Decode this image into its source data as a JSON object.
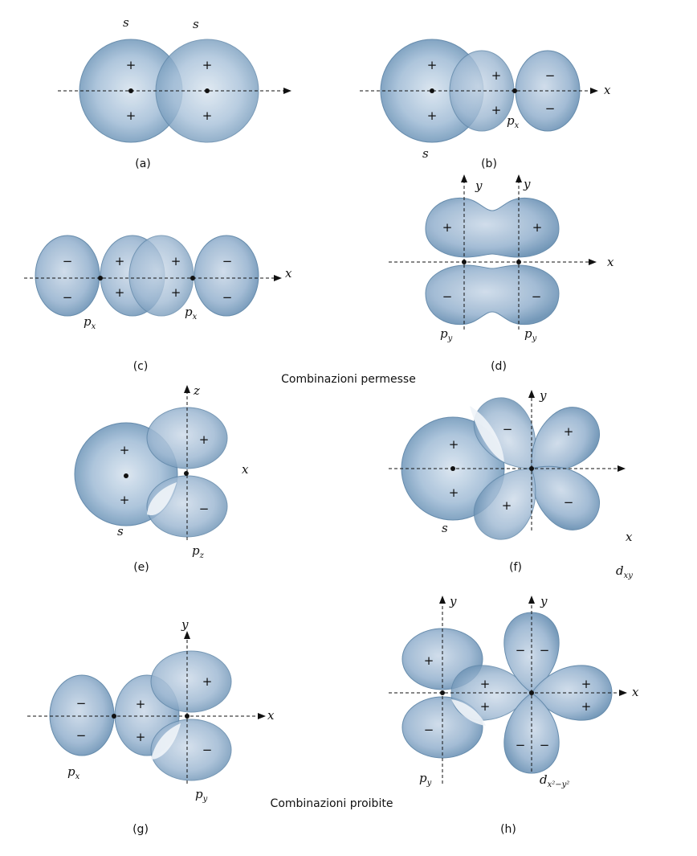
{
  "captions": {
    "a": "(a)",
    "b": "(b)",
    "c": "(c)",
    "d": "(d)",
    "e": "(e)",
    "f": "(f)",
    "g": "(g)",
    "h": "(h)"
  },
  "section_titles": {
    "allowed": "Combinazioni permesse",
    "forbidden": "Combinazioni proibite"
  },
  "symbols": {
    "plus": "+",
    "minus": "−"
  },
  "axis_names": {
    "x": "x",
    "y": "y",
    "z": "z"
  },
  "orbital_labels": {
    "s": "s",
    "p": "p",
    "d": "d",
    "sub_x": "x",
    "sub_y": "y",
    "sub_z": "z",
    "sub_xy": "xy",
    "sub_x2y2": "x²−y²"
  },
  "colors": {
    "lobe_light": "#d6e2ee",
    "lobe_dark": "#6f96b8",
    "overlap": "#f0f4f8",
    "ink": "#111111"
  }
}
